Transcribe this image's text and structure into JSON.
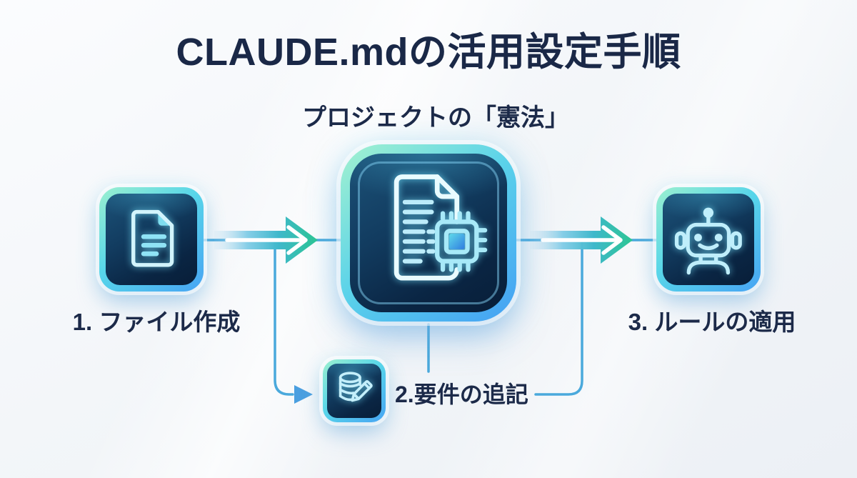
{
  "title": "CLAUDE.mdの活用設定手順",
  "center_node": {
    "caption": "プロジェクトの「憲法」",
    "icon": "document-chip-icon"
  },
  "steps": [
    {
      "label": "1. ファイル作成",
      "icon": "document-icon"
    },
    {
      "label": "2.要件の追記",
      "icon": "database-edit-icon"
    },
    {
      "label": "3. ルールの適用",
      "icon": "robot-icon"
    }
  ],
  "colors": {
    "background": "#f2f5f8",
    "text_navy": "#1a2847",
    "connector_blue": "#4aa9dc",
    "arrow_tail_blue": "#8fd0ea",
    "arrow_head_green": "#2cc693",
    "tile_border_green": "#9bf0cf",
    "tile_border_cyan": "#58d6e9",
    "tile_border_blue": "#47a4f3",
    "tile_bg_dark_navy": "#0a2543",
    "icon_line_cyan": "#bfeefb"
  }
}
